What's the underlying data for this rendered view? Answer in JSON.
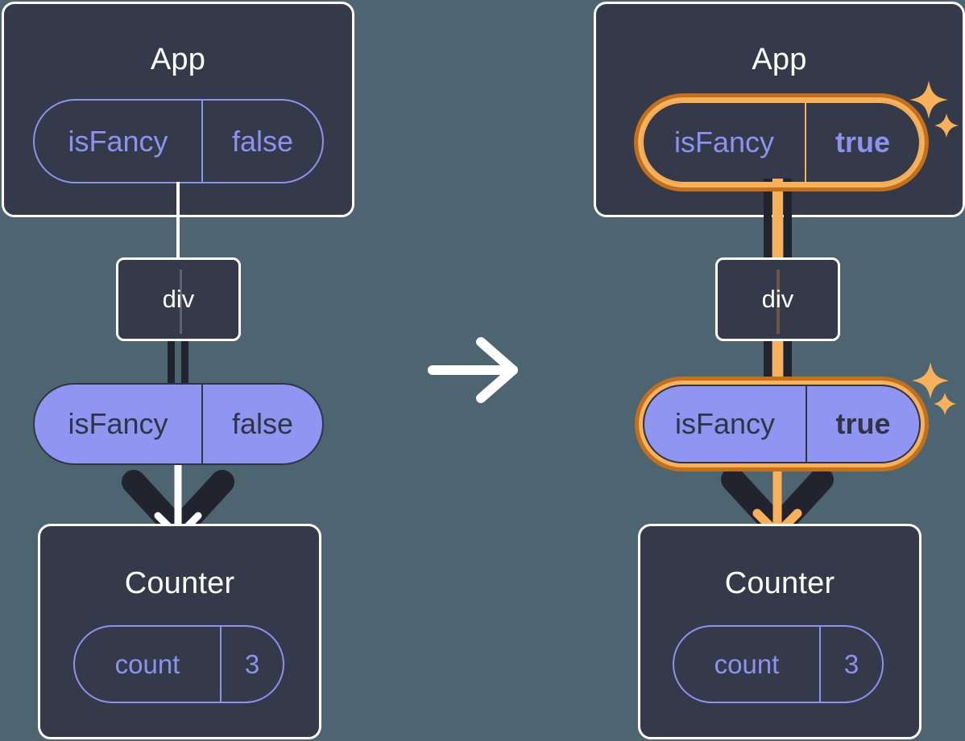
{
  "diagram": {
    "title": "React state update: isFancy passed to Counter",
    "background_color": "#4c6571",
    "box_fill": "#343a49",
    "box_border": "#ffffff",
    "pill_purple": "#8f95f0",
    "pill_outline": "#8b92f0",
    "highlight_outer": "#c4701a",
    "highlight_inner": "#f9b159",
    "edge_dark": "#21242f"
  },
  "left": {
    "app_box": {
      "title": "App"
    },
    "app_pill": {
      "key": "isFancy",
      "value": "false"
    },
    "div_node": {
      "label": "div"
    },
    "prop_pill": {
      "key": "isFancy",
      "value": "false"
    },
    "counter_box": {
      "title": "Counter"
    },
    "counter_pill": {
      "key": "count",
      "value": "3"
    }
  },
  "transition": {
    "icon": "arrow-right-icon",
    "color": "#ffffff"
  },
  "right": {
    "app_box": {
      "title": "App"
    },
    "app_pill": {
      "key": "isFancy",
      "value": "true"
    },
    "div_node": {
      "label": "div"
    },
    "prop_pill": {
      "key": "isFancy",
      "value": "true"
    },
    "counter_box": {
      "title": "Counter"
    },
    "counter_pill": {
      "key": "count",
      "value": "3"
    },
    "sparkles": [
      {
        "name": "sparkle-large-app"
      },
      {
        "name": "sparkle-small-app"
      },
      {
        "name": "sparkle-large-prop"
      },
      {
        "name": "sparkle-small-prop"
      }
    ]
  }
}
